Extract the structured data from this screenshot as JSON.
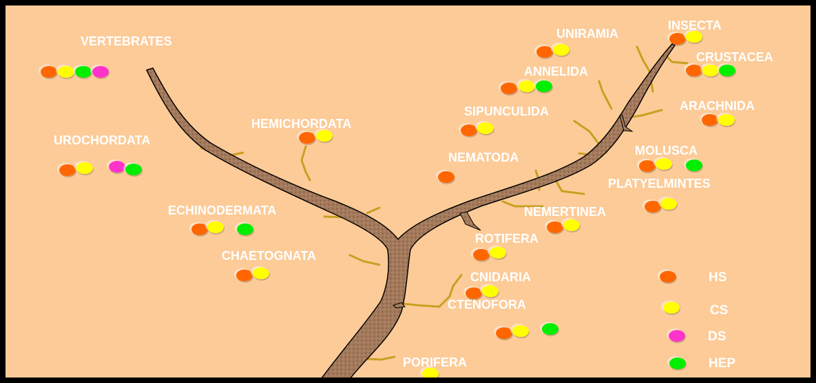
{
  "colors": {
    "background": "#fccb98",
    "border": "#000000",
    "trunk": "#a0755a",
    "branch": "#c8a020",
    "HS": "#ff6600",
    "CS": "#ffff00",
    "DS": "#ff33cc",
    "HEP": "#00ee00"
  },
  "taxa": [
    {
      "id": "vertebrates",
      "label": "VERTEBRATES",
      "markers": [
        "HS",
        "CS",
        "HEP",
        "DS"
      ]
    },
    {
      "id": "urochordata",
      "label": "UROCHORDATA",
      "markers": [
        "HS",
        "CS",
        "DS",
        "HEP"
      ]
    },
    {
      "id": "hemichordata",
      "label": "HEMICHORDATA",
      "markers": [
        "HS",
        "CS"
      ]
    },
    {
      "id": "echinodermata",
      "label": "ECHINODERMATA",
      "markers": [
        "HS",
        "CS",
        "HEP"
      ]
    },
    {
      "id": "chaetognata",
      "label": "CHAETOGNATA",
      "markers": [
        "HS",
        "CS"
      ]
    },
    {
      "id": "uniramia",
      "label": "UNIRAMIA",
      "markers": [
        "HS",
        "CS"
      ]
    },
    {
      "id": "insecta",
      "label": "INSECTA",
      "markers": [
        "HS",
        "CS"
      ]
    },
    {
      "id": "crustacea",
      "label": "CRUSTACEA",
      "markers": [
        "HS",
        "CS",
        "HEP"
      ]
    },
    {
      "id": "annelida",
      "label": "ANNELIDA",
      "markers": [
        "HS",
        "CS",
        "HEP"
      ]
    },
    {
      "id": "arachnida",
      "label": "ARACHNIDA",
      "markers": [
        "HS",
        "CS"
      ]
    },
    {
      "id": "sipunculida",
      "label": "SIPUNCULIDA",
      "markers": [
        "HS",
        "CS"
      ]
    },
    {
      "id": "molusca",
      "label": "MOLUSCA",
      "markers": [
        "HS",
        "CS",
        "HEP"
      ]
    },
    {
      "id": "nematoda",
      "label": "NEMATODA",
      "markers": [
        "HS"
      ]
    },
    {
      "id": "platyelmintes",
      "label": "PLATYELMINTES",
      "markers": [
        "HS",
        "CS"
      ]
    },
    {
      "id": "nemertinea",
      "label": "NEMERTINEA",
      "markers": [
        "HS",
        "CS"
      ]
    },
    {
      "id": "rotifera",
      "label": "ROTIFERA",
      "markers": [
        "HS",
        "CS"
      ]
    },
    {
      "id": "cnidaria",
      "label": "CNIDARIA",
      "markers": [
        "HS",
        "CS"
      ]
    },
    {
      "id": "ctenofora",
      "label": "CTENOFORA",
      "markers": [
        "HS",
        "CS",
        "HEP"
      ]
    },
    {
      "id": "porifera",
      "label": "PORIFERA",
      "markers": [
        "CS"
      ]
    }
  ],
  "legend": [
    {
      "key": "HS",
      "label": "HS"
    },
    {
      "key": "CS",
      "label": "CS"
    },
    {
      "key": "DS",
      "label": "DS"
    },
    {
      "key": "HEP",
      "label": "HEP"
    }
  ]
}
